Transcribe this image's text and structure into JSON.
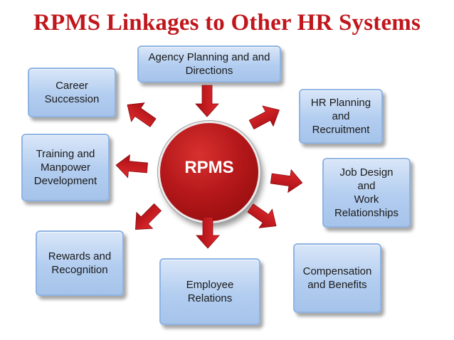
{
  "title": "RPMS Linkages to Other HR Systems",
  "center": {
    "label": "RPMS"
  },
  "nodes": {
    "agency_planning": "Agency Planning and and\nDirections",
    "career_succession": "Career\nSuccession",
    "hr_planning": "HR Planning\nand\nRecruitment",
    "training": "Training and\nManpower\nDevelopment",
    "job_design": "Job Design and\nWork\nRelationships",
    "rewards": "Rewards and\nRecognition",
    "employee_relations": "Employee\nRelations",
    "compensation": "Compensation\nand Benefits"
  },
  "colors": {
    "title": "#c0161c",
    "hub": "#b5181a",
    "arrow": "#c8171d",
    "box_fill": "#b2cdf0",
    "box_border": "#8fb4e3"
  }
}
